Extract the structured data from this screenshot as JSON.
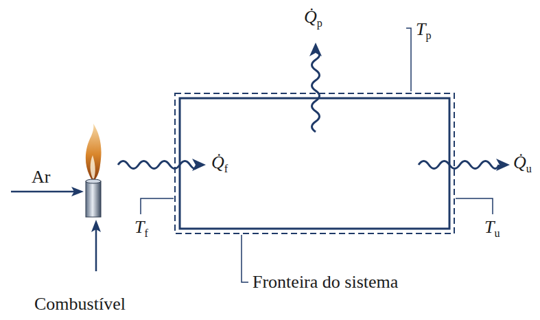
{
  "diagram": {
    "labels": [
      "Q̇p",
      "Tp",
      "Ar",
      "Q̇f",
      "Q̇u",
      "Tf",
      "Tu",
      "Fronteira do sistema",
      "Combustível"
    ]
  }
}
